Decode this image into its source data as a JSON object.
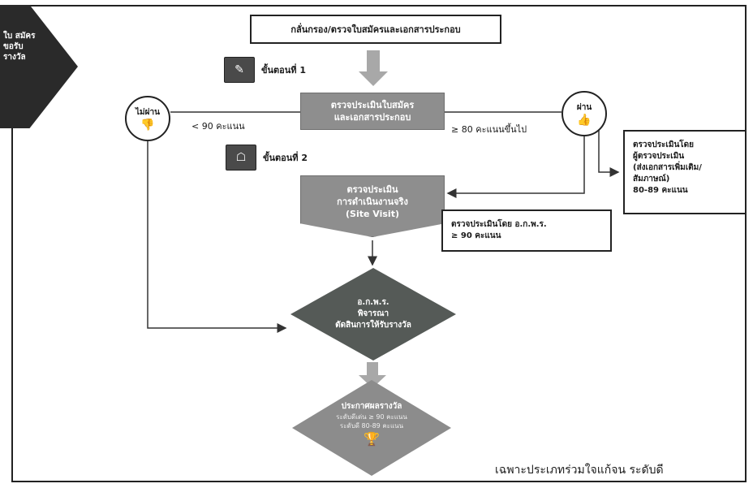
{
  "corner_tab": {
    "text": "ใบ สมัคร ขอรับ รางวัล"
  },
  "top_box": {
    "text": "กลั่นกรอง/ตรวจใบสมัครและเอกสารประกอบ"
  },
  "step1": {
    "label": "ขั้นตอนที่ 1",
    "icon": "document-check-icon"
  },
  "step2": {
    "label": "ขั้นตอนที่ 2",
    "icon": "meeting-icon"
  },
  "assess_application": {
    "text": "ตรวจประเมินใบสมัคร\nและเอกสารประกอบ"
  },
  "fail": {
    "label": "ไม่ผ่าน",
    "icon": "thumbs-down-icon"
  },
  "pass": {
    "label": "ผ่าน",
    "icon": "thumbs-up-icon"
  },
  "edges": {
    "below_90": "< 90 คะแนน",
    "at_least_80": "≥ 80 คะแนนขึ้นไป"
  },
  "site_visit": {
    "text": "ตรวจประเมิน\nการดำเนินงานจริง\n(Site Visit)"
  },
  "board_assessment": {
    "text": "ตรวจประเมินโดย อ.ก.พ.ร.\n≥ 90 คะแนน"
  },
  "evaluator_assessment": {
    "text": "ตรวจประเมินโดย\nผู้ตรวจประเมิน\n(ส่งเอกสารเพิ่มเติม/\nสัมภาษณ์)\n80-89 คะแนน"
  },
  "consider": {
    "text": "อ.ก.พ.ร.\nพิจารณา\nตัดสินการให้รับรางวัล"
  },
  "announce": {
    "title": "ประกาศผลรางวัล",
    "sub1": "ระดับดีเด่น ≥ 90 คะแนน",
    "sub2": "ระดับดี 80-89 คะแนน",
    "icon": "trophy-icon"
  },
  "footer_note": "เฉพาะประเภทร่วมใจแก้จน ระดับดี",
  "colors": {
    "gray_box": "#8e8e8e",
    "dark_diamond": "#555a57",
    "arrow": "#a8a8a8",
    "line": "#333333"
  }
}
